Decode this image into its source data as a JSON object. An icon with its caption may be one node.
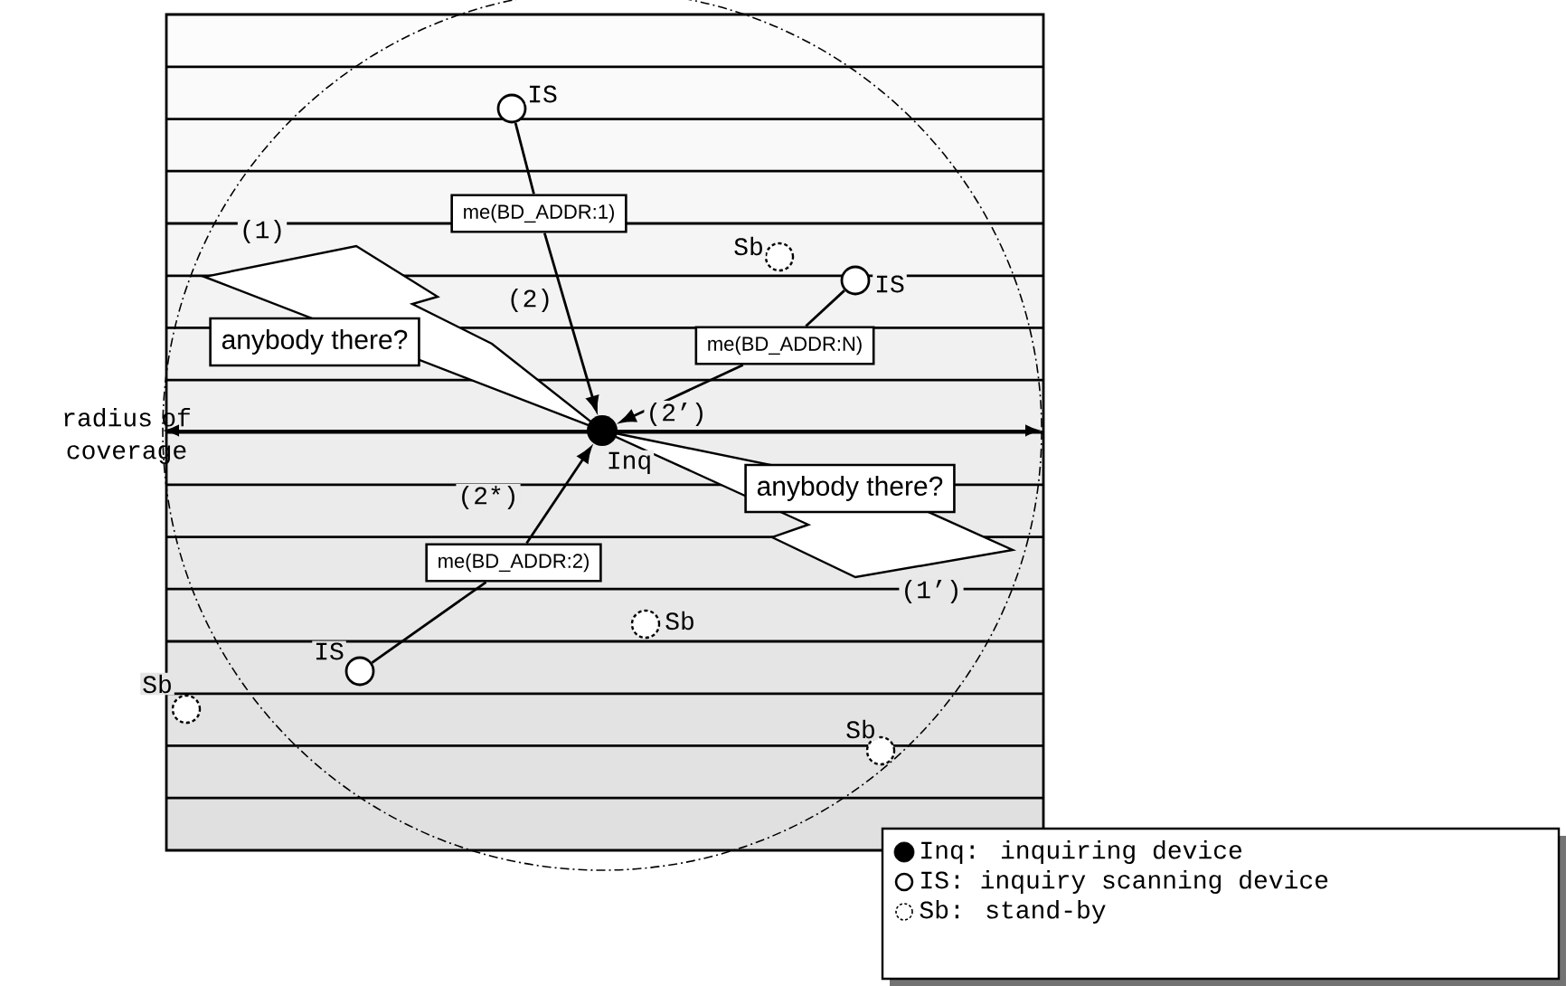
{
  "diagram": {
    "nodes": [
      {
        "text": [],
        "shape": "circle",
        "beside": [
          "Inq"
        ]
      },
      {
        "text": [],
        "shape": "circle",
        "beside": [
          "IS"
        ]
      },
      {
        "text": [],
        "shape": "circle",
        "beside": [
          "IS"
        ]
      },
      {
        "text": [],
        "shape": "circle",
        "beside": [
          "IS"
        ]
      },
      {
        "text": [],
        "shape": "circle",
        "beside": [
          "Sb"
        ]
      },
      {
        "text": [],
        "shape": "circle",
        "beside": [
          "Sb"
        ]
      },
      {
        "text": [],
        "shape": "circle",
        "beside": [
          "Sb"
        ]
      },
      {
        "text": [],
        "shape": "circle",
        "beside": [
          "Sb"
        ]
      },
      {
        "text": [
          "me(BD_ADDR:1)"
        ]
      },
      {
        "text": [
          "me(BD_ADDR:N)"
        ]
      },
      {
        "text": [
          "me(BD_ADDR:2)"
        ]
      },
      {
        "text": [
          "anybody there?"
        ]
      },
      {
        "text": [
          "anybody there?"
        ]
      }
    ],
    "edges": [
      {
        "from": 1,
        "to": 8,
        "arrow": "none"
      },
      {
        "from": 8,
        "to": 0,
        "arrow": "to",
        "label": "(2)"
      },
      {
        "from": 2,
        "to": 9,
        "arrow": "none"
      },
      {
        "from": 9,
        "to": 0,
        "arrow": "to",
        "label": "(2’)"
      },
      {
        "from": 3,
        "to": 10,
        "arrow": "none"
      },
      {
        "from": 10,
        "to": 0,
        "arrow": "to",
        "label": "(2*)"
      }
    ],
    "labels": [
      "(1)",
      "radius of coverage",
      "(1’)"
    ],
    "legend": [
      {
        "text": "Inq: inquiring device"
      },
      {
        "text": "IS: inquiry scanning device"
      },
      {
        "text": "Sb: stand-by"
      }
    ]
  }
}
